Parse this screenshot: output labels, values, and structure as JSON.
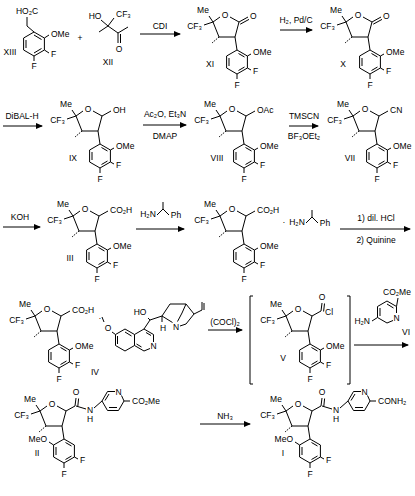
{
  "diagram": {
    "labels": [
      "HO₂C",
      "OMe",
      "F",
      "F",
      "XIII",
      "+",
      "HO",
      "CF₃",
      "O",
      "XII",
      "CDI",
      "Me",
      "O",
      "O",
      "CF₃",
      "OMe",
      "F",
      "F",
      "XI",
      "H₂, Pd/C",
      "Me",
      "O",
      "O",
      "CF₃",
      "OMe",
      "F",
      "F",
      "X",
      "DiBAL-H",
      "Me",
      "O",
      "OH",
      "CF₃",
      "OMe",
      "F",
      "F",
      "IX",
      "Ac₂O, Et₃N",
      "DMAP",
      "Me",
      "O",
      "OAc",
      "CF₃",
      "OMe",
      "F",
      "F",
      "VIII",
      "TMSCN",
      "BF₃OEt₂",
      "Me",
      "O",
      "CN",
      "CF₃",
      "OMe",
      "F",
      "F",
      "VII",
      "KOH",
      "Me",
      "O",
      "CO₂H",
      "CF₃",
      "OMe",
      "F",
      "F",
      "III",
      "H₂N",
      "Ph",
      "Me",
      "O",
      "CO₂H",
      "CF₃",
      "OMe",
      "F",
      "F",
      "·",
      "H₂N",
      "Ph",
      "1) dil. HCl",
      "2) Quinine",
      "Me",
      "O",
      "CO₂H",
      "CF₃",
      "OMe",
      "F",
      "F",
      "·",
      "O",
      "N",
      "HO",
      "H",
      "N",
      "IV",
      "(COCl)₂",
      "Me",
      "O",
      "O",
      "Cl",
      "CF₃",
      "OMe",
      "F",
      "F",
      "V",
      "H₂N",
      "N",
      "CO₂Me",
      "VI",
      "Me",
      "O",
      "O",
      "N",
      "H",
      "N",
      "CO₂Me",
      "CF₃",
      "MeO",
      "F",
      "F",
      "II",
      "NH₃",
      "Me",
      "O",
      "O",
      "N",
      "H",
      "N",
      "CONH₂",
      "CF₃",
      "MeO",
      "F",
      "F",
      "I"
    ]
  }
}
